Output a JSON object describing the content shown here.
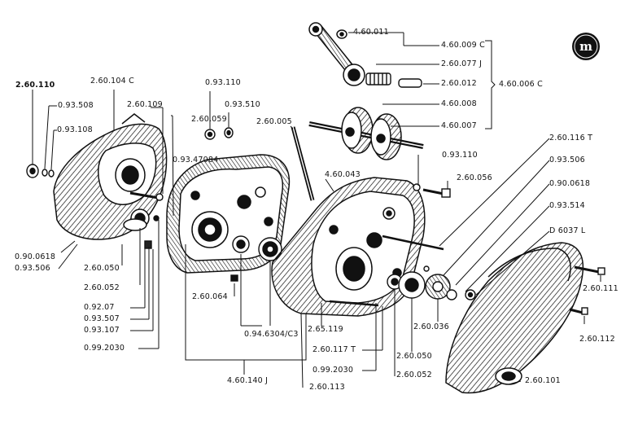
{
  "labels": {
    "p_2_60_110": "2.60.110",
    "p_2_60_104c": "2.60.104 C",
    "p_0_93_508": "0.93.508",
    "p_0_93_108": "0.93.108",
    "p_2_60_109": "2.60.109",
    "p_0_93_110a": "0.93.110",
    "p_2_60_059": "2.60.059",
    "p_0_93_510": "0.93.510",
    "p_0_93_47084": "0.93.47084",
    "p_2_60_005": "2.60.005",
    "p_4_60_043": "4.60.043",
    "p_4_60_011": "4.60.011",
    "p_4_60_009c": "4.60.009 C",
    "p_2_60_077j": "2.60.077 J",
    "p_2_60_012": "2.60.012",
    "p_4_60_006c": "4.60.006 C",
    "p_4_60_008": "4.60.008",
    "p_4_60_007": "4.60.007",
    "p_0_93_110b": "0.93.110",
    "p_2_60_056": "2.60.056",
    "p_2_60_116t": "2.60.116 T",
    "p_0_93_506r": "0.93.506",
    "p_0_90_0618r": "0.90.0618",
    "p_0_93_514": "0.93.514",
    "p_d_6037l": "D 6037 L",
    "p_0_90_0618l": "0.90.0618",
    "p_0_93_506l": "0.93.506",
    "p_2_60_050l": "2.60.050",
    "p_2_60_052l": "2.60.052",
    "p_0_92_07": "0.92.07",
    "p_0_93_507": "0.93.507",
    "p_0_93_107": "0.93.107",
    "p_0_99_2030l": "0.99.2030",
    "p_2_60_064": "2.60.064",
    "p_0_94_6304c3": "0.94.6304/C3",
    "p_2_65_119": "2.65.119",
    "p_2_60_117t": "2.60.117 T",
    "p_0_99_2030r": "0.99.2030",
    "p_4_60_140j": "4.60.140 J",
    "p_2_60_113": "2.60.113",
    "p_2_60_036": "2.60.036",
    "p_2_60_050r": "2.60.050",
    "p_2_60_052r": "2.60.052",
    "p_2_60_111": "2.60.111",
    "p_2_60_112": "2.60.112",
    "p_2_60_101": "2.60.101"
  }
}
